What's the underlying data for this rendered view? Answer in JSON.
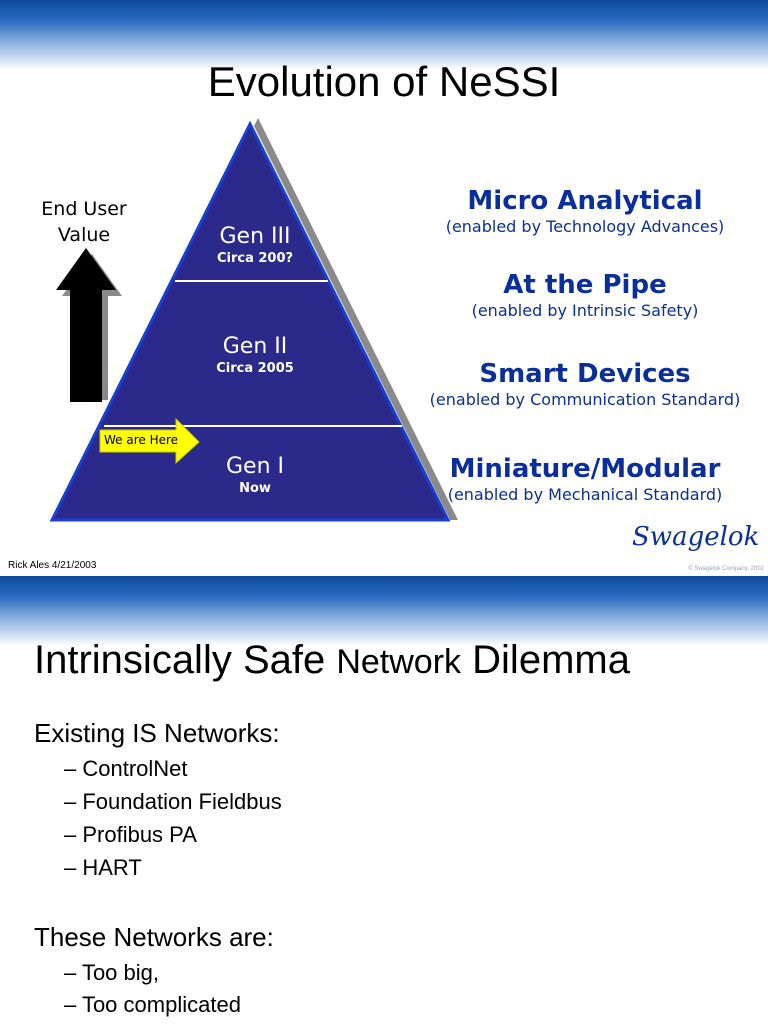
{
  "slide1": {
    "title": "Evolution of NeSSI",
    "user_value": [
      "End User",
      "Value"
    ],
    "pyramid": [
      {
        "name": "Gen III",
        "sub": "Circa 200?"
      },
      {
        "name": "Gen II",
        "sub": "Circa 2005"
      },
      {
        "name": "Gen I",
        "sub": "Now"
      }
    ],
    "we_are_here": "We are Here",
    "right_items": [
      {
        "title": "Micro Analytical",
        "sub": "(enabled by Technology Advances)"
      },
      {
        "title": "At the Pipe",
        "sub": "(enabled by Intrinsic Safety)"
      },
      {
        "title": "Smart Devices",
        "sub": "(enabled by Communication Standard)"
      },
      {
        "title": "Miniature/Modular",
        "sub": "(enabled by Mechanical Standard)"
      }
    ],
    "logo": "Swagelok",
    "footer_left": "Rick Ales  4/21/2003",
    "footer_right": "© Swagelok Company, 2002",
    "colors": {
      "pyramid_fill": "#2b2a8a",
      "pyramid_outline": "#1a3fd6",
      "accent_text": "#0a2f9c",
      "arrow_yellow": "#ffff00"
    }
  },
  "slide2": {
    "title_parts": [
      "Intrinsically Safe ",
      "Network",
      " Dilemma"
    ],
    "section1": {
      "heading": "Existing IS Networks:",
      "items": [
        "– ControlNet",
        "– Foundation Fieldbus",
        "– Profibus PA",
        "– HART"
      ]
    },
    "section2": {
      "heading": "These Networks are:",
      "items": [
        "– Too big,",
        "– Too complicated"
      ]
    }
  }
}
